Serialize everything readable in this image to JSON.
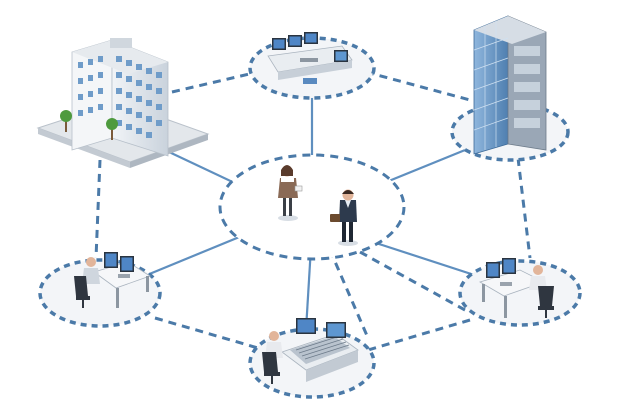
{
  "diagram": {
    "kind": "network-hub",
    "colors": {
      "link": "#5f8fbf",
      "ring": "#4b7aa8",
      "ring_fill": "#f3f5f8",
      "building": "#dfe6ee",
      "glass": "#6f9cc9",
      "desk": "#eef1f4",
      "monitor": "#2a3440",
      "screen": "#4f86c6",
      "person_dark": "#2f3640"
    },
    "nodes": [
      {
        "id": "hub",
        "icon": "business-handshake-icon"
      },
      {
        "id": "office-low",
        "icon": "office-building-icon"
      },
      {
        "id": "office-tower",
        "icon": "glass-tower-icon"
      },
      {
        "id": "control-top",
        "icon": "control-desk-icon"
      },
      {
        "id": "workstation-left",
        "icon": "operator-workstation-icon"
      },
      {
        "id": "workstation-right",
        "icon": "operator-workstation-icon"
      },
      {
        "id": "control-bottom",
        "icon": "mixing-console-icon"
      }
    ]
  }
}
